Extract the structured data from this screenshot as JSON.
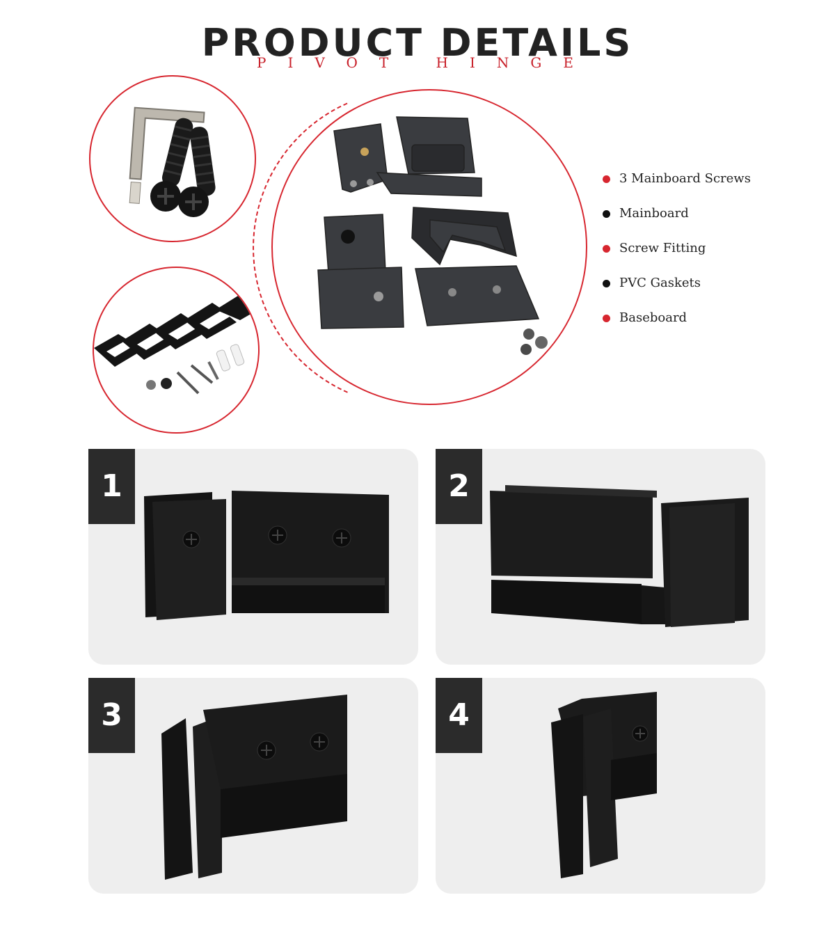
{
  "header": {
    "title": "PRODUCT DETAILS",
    "subtitle": "PIVOT HINGE"
  },
  "legend": {
    "items": [
      {
        "label": "3 Mainboard Screws",
        "color": "#d7262f"
      },
      {
        "label": "Mainboard",
        "color": "#111111"
      },
      {
        "label": "Screw Fitting",
        "color": "#d7262f"
      },
      {
        "label": "PVC Gaskets",
        "color": "#111111"
      },
      {
        "label": "Baseboard",
        "color": "#d7262f"
      }
    ]
  },
  "views": [
    {
      "number": "1"
    },
    {
      "number": "2"
    },
    {
      "number": "3"
    },
    {
      "number": "4"
    }
  ],
  "colors": {
    "accent": "#d7262f",
    "product": "#1c1c1c",
    "card_bg": "#eeeeee",
    "badge_bg": "#2b2b2b"
  }
}
